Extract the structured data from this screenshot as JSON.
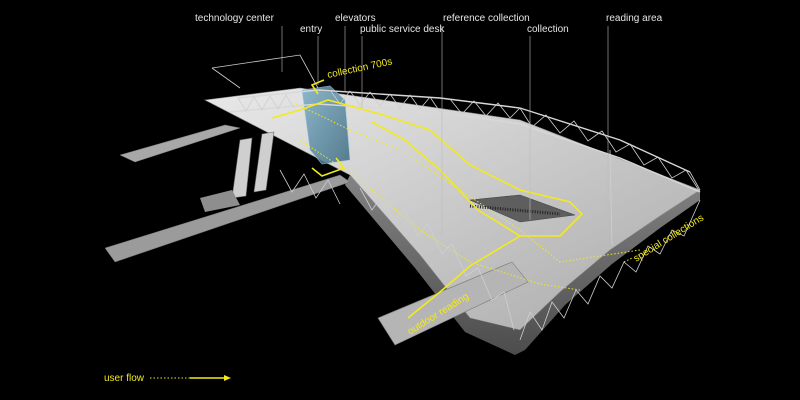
{
  "labels": {
    "technology_center": "technology center",
    "entry": "entry",
    "elevators": "elevators",
    "public_service_desk": "public service desk",
    "reference_collection": "reference collection",
    "collection": "collection",
    "reading_area": "reading area"
  },
  "flow_labels": {
    "collection_700s": "collection 700s",
    "outdoor_reading": "outdoor reading",
    "special_collections": "special collections"
  },
  "legend": {
    "label": "user flow"
  },
  "colors": {
    "background": "#000000",
    "structure": "#d8d8d8",
    "floor": "#bdbdbd",
    "elevator_glass": "#5f8ea6",
    "user_flow": "#f2ea1c",
    "label_text": "#e6e6e6"
  }
}
